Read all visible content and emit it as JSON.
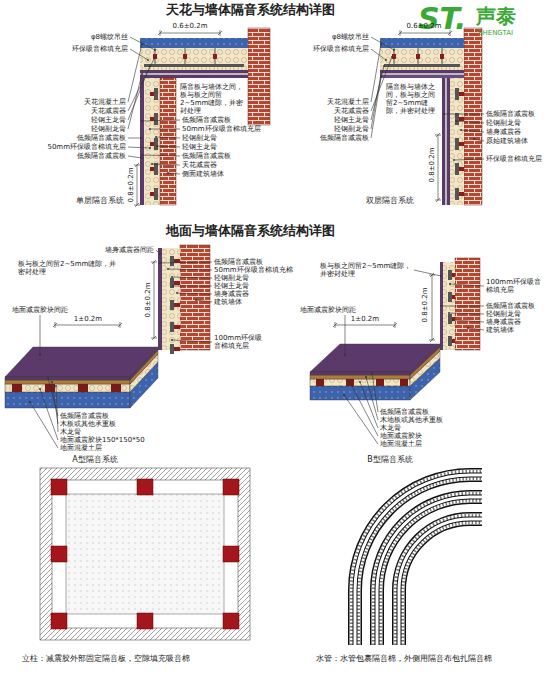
{
  "diagram": {
    "title": "天花与墙体隔音系统结构详图",
    "labels": [
      "ST.",
      "声泰",
      "SHENGTAI",
      "φ8螺纹吊丝",
      "0.6±0.2m",
      "环保吸音棉填充层",
      "隔音板与墙体之间，板与板之间留2~5mm缝隙，并密封处理",
      "天花混凝土层",
      "天花减震器",
      "轻钢主龙骨",
      "轻钢副龙骨",
      "低频隔音减震板",
      "50mm环保吸音棉填充层",
      "低频隔音减震板",
      "0.8±0.2m",
      "低频隔音减震板",
      "50mm环保吸音棉填充层",
      "轻钢副龙骨",
      "轻钢主龙骨",
      "低频隔音减震板",
      "天花减震器",
      "侧面建筑墙体",
      "单层隔音系统",
      "φ8螺纹吊丝",
      "0.6±0.2m",
      "环保吸音棉填充层",
      "隔音板与墙体之间，板与板之间留2~5mm缝隙，并密封处理",
      "天花混凝土层",
      "天花减震器",
      "轻钢主龙骨",
      "轻钢副龙骨",
      "低频隔音减震板",
      "0.8±0.2m",
      "低频隔音减震板",
      "轻钢副龙骨",
      "墙身减震器",
      "原始建筑墙体",
      "环保吸音棉填充层",
      "双层隔音系统",
      "地面与墙体隔音系统结构详图",
      "墙身减震器间距",
      "板与板之间留2~5mm缝隙，并密封处理",
      "地面减震胶块间距",
      "1±0.2m",
      "0.8±0.2m",
      "低频隔音减震板",
      "50mm环保吸音棉填充棉",
      "轻钢副龙骨",
      "轻钢主龙骨",
      "墙身减震器",
      "建筑墙体",
      "100mm环保吸音棉填充层",
      "低频隔音减震板",
      "木板或其他承重板",
      "木龙骨",
      "地面减震胶块150*150*50",
      "地面混凝土层",
      "板与板之间留2~5mm缝隙，并密封处理",
      "0.8±0.2m",
      "100mm环保吸音棉填充层",
      "地面减震胶块间距",
      "1±0.2m",
      "低频隔音减震板",
      "轻钢副龙骨",
      "墙身减震器",
      "建筑墙体",
      "低频隔音减震板",
      "木地板或其他承重板",
      "木龙骨",
      "地面减震胶块",
      "地面混凝土层",
      "A型隔音系统",
      "B型隔音系统",
      "立柱：减震胶外部固定隔音板，空隙填充吸音棉",
      "水管：水管包裹隔音棉，外侧用隔音布包扎隔音棉"
    ]
  }
}
